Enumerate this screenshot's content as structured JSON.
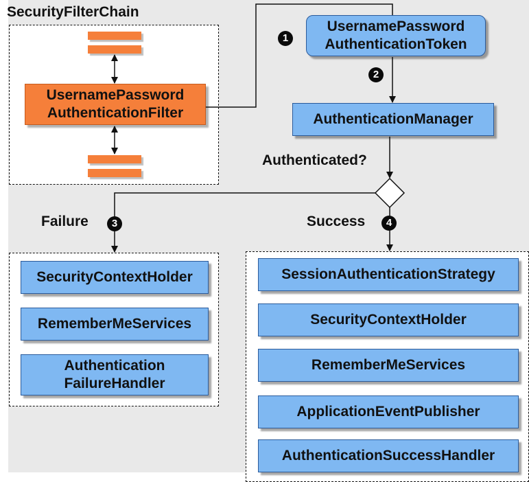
{
  "chain": {
    "title": "SecurityFilterChain",
    "filter_label": "UsernamePassword\nAuthenticationFilter"
  },
  "token": {
    "label": "UsernamePassword\nAuthenticationToken"
  },
  "manager": {
    "label": "AuthenticationManager"
  },
  "decision": {
    "label": "Authenticated?",
    "failure_label": "Failure",
    "success_label": "Success"
  },
  "steps": {
    "one": "1",
    "two": "2",
    "three": "3",
    "four": "4"
  },
  "failure": {
    "items": [
      "SecurityContextHolder",
      "RememberMeServices",
      "Authentication\nFailureHandler"
    ]
  },
  "success": {
    "items": [
      "SessionAuthenticationStrategy",
      "SecurityContextHolder",
      "RememberMeServices",
      "ApplicationEventPublisher",
      "AuthenticationSuccessHandler"
    ]
  },
  "colors": {
    "component_fill": "#7fb8f2",
    "filter_fill": "#f57f3a",
    "background": "#e9e9e9",
    "badge": "#0b0b0b"
  }
}
